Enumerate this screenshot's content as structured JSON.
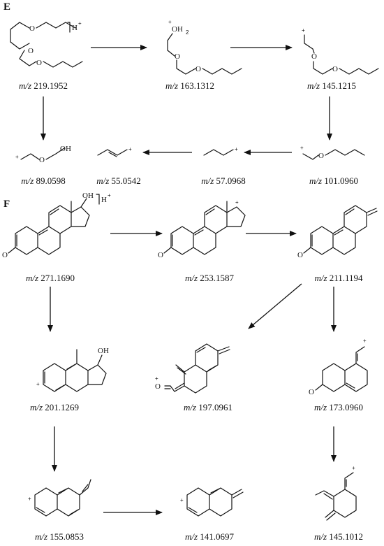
{
  "panels": [
    {
      "label": "E"
    },
    {
      "label": "F"
    }
  ],
  "species": {
    "e1": {
      "mz_prefix": "m/z",
      "mz_value": "219.1952",
      "charge": "H",
      "sup": "+"
    },
    "e2": {
      "mz_prefix": "m/z",
      "mz_value": "163.1312",
      "atom": "OH",
      "sub": "2",
      "sup": "+"
    },
    "e3": {
      "mz_prefix": "m/z",
      "mz_value": "145.1215",
      "sup": "+"
    },
    "e4": {
      "mz_prefix": "m/z",
      "mz_value": "89.0598",
      "atom": "OH",
      "sup": "+"
    },
    "e5": {
      "mz_prefix": "m/z",
      "mz_value": "55.0542",
      "sup": "+"
    },
    "e6": {
      "mz_prefix": "m/z",
      "mz_value": "57.0968",
      "sup": "+"
    },
    "e7": {
      "mz_prefix": "m/z",
      "mz_value": "101.0960",
      "sup": "+"
    },
    "f1": {
      "mz_prefix": "m/z",
      "mz_value": "271.1690",
      "atom": "OH",
      "charge": "H",
      "sup": "+",
      "o": "O"
    },
    "f2": {
      "mz_prefix": "m/z",
      "mz_value": "253.1587",
      "sup": "+",
      "o": "O"
    },
    "f3": {
      "mz_prefix": "m/z",
      "mz_value": "211.1194",
      "o": "O"
    },
    "f4": {
      "mz_prefix": "m/z",
      "mz_value": "201.1269",
      "atom": "OH",
      "sup": "+"
    },
    "f5": {
      "mz_prefix": "m/z",
      "mz_value": "197.0961",
      "o": "O",
      "sup": "+"
    },
    "f6": {
      "mz_prefix": "m/z",
      "mz_value": "173.0960",
      "o": "O",
      "sup": "+"
    },
    "f7": {
      "mz_prefix": "m/z",
      "mz_value": "155.0853",
      "sup": "+"
    },
    "f8": {
      "mz_prefix": "m/z",
      "mz_value": "141.0697",
      "sup": "+"
    },
    "f9": {
      "mz_prefix": "m/z",
      "mz_value": "145.1012",
      "sup": "+"
    }
  }
}
